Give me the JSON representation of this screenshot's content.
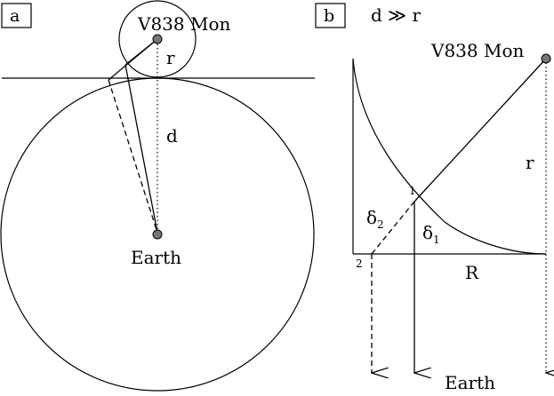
{
  "panel_a": {
    "tag": "a",
    "star_label": "V838 Mon",
    "r_label": "r",
    "d_label": "d",
    "earth_label": "Earth"
  },
  "panel_b": {
    "tag": "b",
    "condition": "d ≫ r",
    "star_label": "V838 Mon",
    "r_label": "r",
    "R_label": "R",
    "point1_label": "1",
    "point2_label": "2",
    "delta1_symbol": "δ",
    "delta1_subscript": "1",
    "delta2_symbol": "δ",
    "delta2_subscript": "2",
    "earth_label": "Earth"
  }
}
